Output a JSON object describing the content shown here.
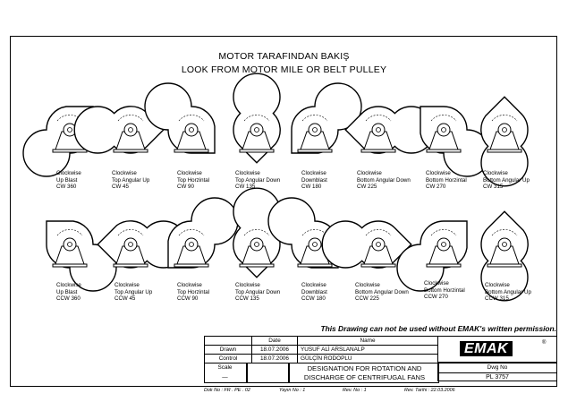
{
  "header": {
    "title_tr": "MOTOR TARAFINDAN BAKIŞ",
    "title_en": "LOOK FROM MOTOR MILE OR BELT PULLEY"
  },
  "fans_row1": [
    {
      "l1": "Clockwise",
      "l2": "Up Blast",
      "l3": "CW 360"
    },
    {
      "l1": "Clockwise",
      "l2": "Top Angular Up",
      "l3": "CW 45"
    },
    {
      "l1": "Clockwise",
      "l2": "Top Horzintal",
      "l3": "CW 90"
    },
    {
      "l1": "Clockwise",
      "l2": "Top Angular Down",
      "l3": "CW 135"
    },
    {
      "l1": "Clockwise",
      "l2": "Downblast",
      "l3": "CW 180"
    },
    {
      "l1": "Clockwise",
      "l2": "Bottom Angular Down",
      "l3": "CW 225"
    },
    {
      "l1": "Clockwise",
      "l2": "Bottom Horzintal",
      "l3": "CW 270"
    },
    {
      "l1": "Clockwise",
      "l2": "Bottom Angular Up",
      "l3": "CW 315"
    }
  ],
  "fans_row2": [
    {
      "l1": "Clockwise",
      "l2": "Up Blast",
      "l3": "CCW 360"
    },
    {
      "l1": "Clockwise",
      "l2": "Top Angular Up",
      "l3": "CCW 45"
    },
    {
      "l1": "Clockwise",
      "l2": "Top Horzintal",
      "l3": "CCW 90"
    },
    {
      "l1": "Clockwise",
      "l2": "Top Angular Down",
      "l3": "CCW 135"
    },
    {
      "l1": "Clockwise",
      "l2": "Downblast",
      "l3": "CCW 180"
    },
    {
      "l1": "Clockwise",
      "l2": "Bottom Angular Down",
      "l3": "CCW 225"
    },
    {
      "l1": "Clockwise",
      "l2": "Bottom Horzintal",
      "l3": "CCW 270"
    },
    {
      "l1": "Clockwise",
      "l2": "Bottom Angular Up",
      "l3": "CCW 315"
    }
  ],
  "permission": "This Drawing can not be used without EMAK's written permission.",
  "title_block": {
    "col_date": "Date",
    "col_name": "Name",
    "drawn_label": "Drawn",
    "drawn_date": "18.07.2006",
    "drawn_name": "YUSUF ALİ ARSLANALP",
    "control_label": "Control",
    "control_date": "18.07.2006",
    "control_name": "GÜLÇİN RODOPLU",
    "scale_label": "Scale",
    "scale_value": "—",
    "description_1": "DESIGNATION FOR ROTATION AND",
    "description_2": "DISCHARGE OF CENTRIFUGAL FANS",
    "company": "EMAK",
    "reg_mark": "®",
    "dwg_label": "Dwg No",
    "dwg_value": "PL 3757"
  },
  "footer": {
    "dok_no": "Dok No : FR . PE . 02",
    "yayin_no": "Yayın No : 1",
    "rev_no": "Rev. No : 1",
    "rev_tarihi": "Rev. Tarihi : 22.03.2006"
  },
  "fan_angles_row1": [
    0,
    45,
    90,
    135,
    180,
    225,
    270,
    315
  ],
  "fan_angles_row2": [
    0,
    315,
    270,
    225,
    180,
    135,
    90,
    45
  ]
}
